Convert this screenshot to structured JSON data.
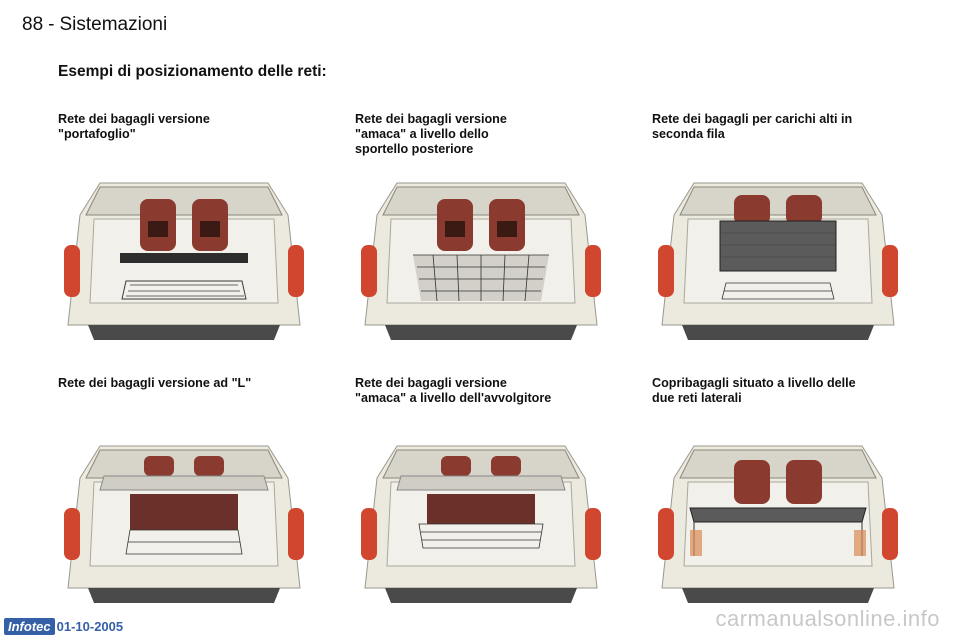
{
  "header": {
    "page_number": "88",
    "separator": "-",
    "title": "Sistemazioni"
  },
  "section_title": "Esempi di posizionamento delle reti:",
  "examples": [
    {
      "caption": "Rete dei bagagli versione\n\"portafoglio\"",
      "variant": "portafoglio"
    },
    {
      "caption": "Rete dei bagagli versione\n\"amaca\" a livello dello\nsportello posteriore",
      "variant": "amaca-sportello"
    },
    {
      "caption": "Rete dei bagagli per carichi alti in\nseconda fila",
      "variant": "carichi-alti"
    },
    {
      "caption": "Rete dei bagagli versione ad \"L\"",
      "variant": "L"
    },
    {
      "caption": "Rete dei bagagli versione\n\"amaca\" a livello dell'avvolgitore",
      "variant": "amaca-avvolgitore"
    },
    {
      "caption": "Copribagagli situato a livello delle\ndue reti laterali",
      "variant": "copribagagli"
    }
  ],
  "footer": {
    "logo": "Infotec",
    "date": "01-10-2005"
  },
  "watermark": "carmanualsonline.info",
  "colors": {
    "seat": "#8a3a2e",
    "tail_light": "#d0462e",
    "body": "#e6e3d8",
    "net": "#3a3a3a",
    "logo_bg": "#3560a8"
  }
}
